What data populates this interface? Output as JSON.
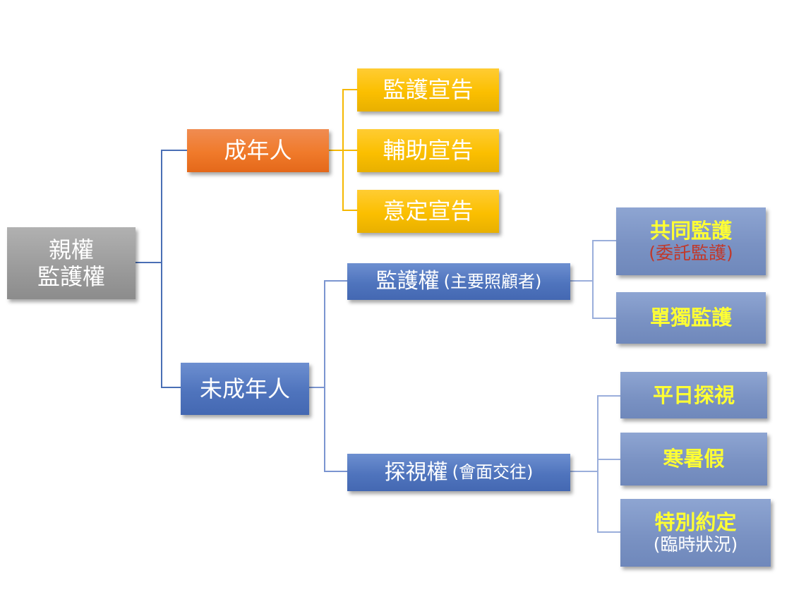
{
  "colors": {
    "root": "#9e9e9e",
    "adult": "#f07a2a",
    "adult_children": "#fbbf00",
    "minor": "#4f74bd",
    "minor_leaves": "#7a92c3",
    "connector_blue": "#4a6fb5",
    "connector_yellow": "#f5b800",
    "connector_light": "#9aaedb",
    "highlight_text": "#ffff33",
    "note_text": "#c0392b"
  },
  "root": {
    "line1": "親權",
    "line2": "監護權"
  },
  "adult": {
    "label": "成年人",
    "children": [
      "監護宣告",
      "輔助宣告",
      "意定宣告"
    ]
  },
  "minor": {
    "label": "未成年人",
    "custody": {
      "label": "監護權",
      "note": "(主要照顧者)",
      "children": [
        {
          "label": "共同監護",
          "note": "(委託監護)"
        },
        {
          "label": "單獨監護"
        }
      ]
    },
    "visitation": {
      "label": "探視權",
      "note": "(會面交往)",
      "children": [
        {
          "label": "平日探視"
        },
        {
          "label": "寒暑假"
        },
        {
          "label": "特別約定",
          "note": "(臨時狀況)"
        }
      ]
    }
  }
}
